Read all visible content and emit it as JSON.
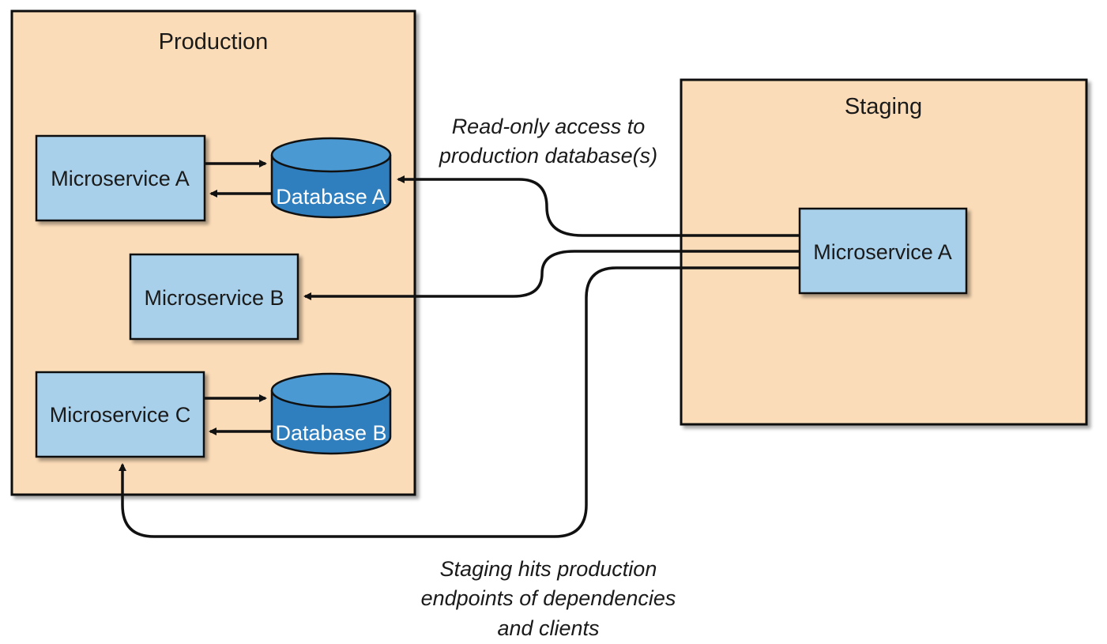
{
  "production": {
    "title": "Production",
    "microservice_a": "Microservice A",
    "microservice_b": "Microservice B",
    "microservice_c": "Microservice C",
    "database_a": "Database A",
    "database_b": "Database B"
  },
  "staging": {
    "title": "Staging",
    "microservice_a": "Microservice A"
  },
  "annotations": {
    "read_only": [
      "Read-only access to",
      "production database(s)"
    ],
    "staging_hits": [
      "Staging hits production",
      "endpoints of dependencies",
      "and clients"
    ]
  },
  "colors": {
    "environment_fill": "#fbdcb8",
    "service_fill": "#a9d0ea",
    "database_fill": "#2f7fbf",
    "database_top": "#4b99d3",
    "stroke": "#111111"
  }
}
